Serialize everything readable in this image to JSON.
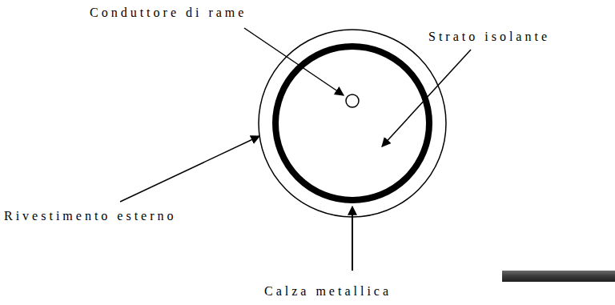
{
  "diagram": {
    "labels": [
      "Conduttore di rame",
      "Strato isolante",
      "Rivestimento esterno",
      "Calza metallica"
    ]
  }
}
